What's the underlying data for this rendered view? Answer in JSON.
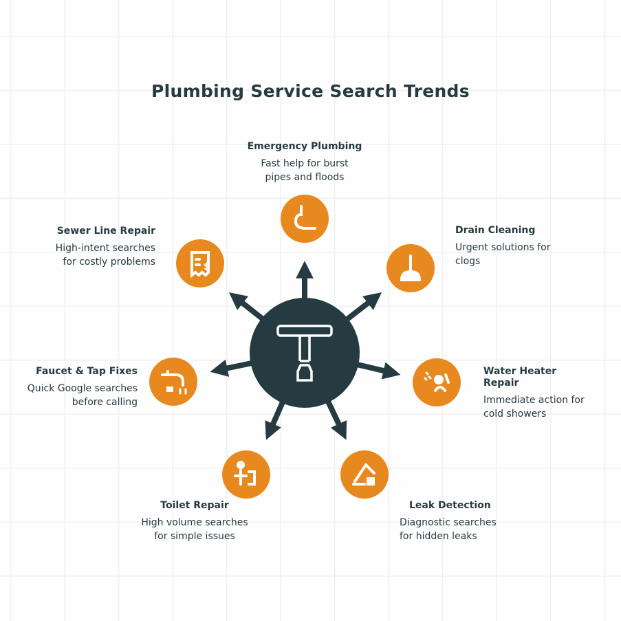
{
  "title": "Plumbing Service Search Trends",
  "colors": {
    "dark": "#263a42",
    "accent": "#e8891f"
  },
  "center_icon": "t-handle-wrench-icon",
  "nodes": [
    {
      "title": "Emergency Plumbing",
      "desc1": "Fast help for burst",
      "desc2": "pipes and floods",
      "icon": "pipe-icon"
    },
    {
      "title": "Drain Cleaning",
      "desc1": "Urgent solutions for",
      "desc2": "clogs",
      "icon": "plunger-icon"
    },
    {
      "title": "Water Heater Repair",
      "desc1": "Immediate action for",
      "desc2": "cold showers",
      "icon": "shower-icon"
    },
    {
      "title": "Leak Detection",
      "desc1": "Diagnostic searches",
      "desc2": "for hidden leaks",
      "icon": "wet-floor-icon"
    },
    {
      "title": "Toilet Repair",
      "desc1": "High volume searches",
      "desc2": "for simple issues",
      "icon": "toilet-icon"
    },
    {
      "title": "Faucet & Tap Fixes",
      "desc1": "Quick Google searches",
      "desc2": "before calling",
      "icon": "faucet-icon"
    },
    {
      "title": "Sewer Line Repair",
      "desc1": "High-intent searches",
      "desc2": "for costly problems",
      "icon": "receipt-icon"
    }
  ]
}
